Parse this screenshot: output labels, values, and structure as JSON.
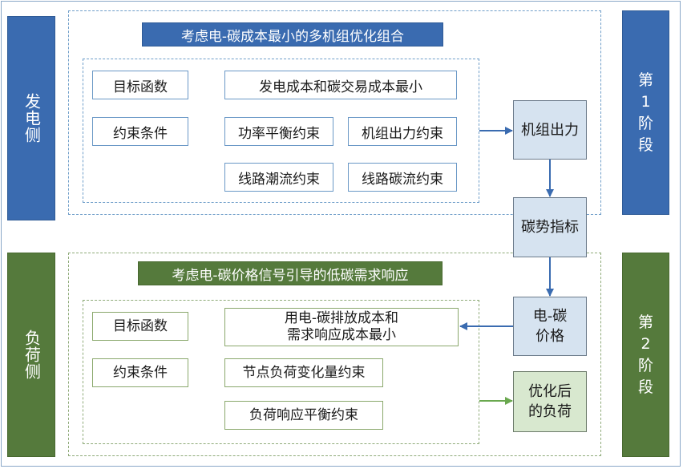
{
  "left_labels": {
    "generation": "发电侧",
    "load": "负荷侧"
  },
  "stages": {
    "stage1": "第\n1\n阶\n段",
    "stage2": "第\n2\n阶\n段"
  },
  "stage1": {
    "title": "考虑电-碳成本最小的多机组优化组合",
    "objective_label": "目标函数",
    "objective_value": "发电成本和碳交易成本最小",
    "constraint_label": "约束条件",
    "constraints": [
      "功率平衡约束",
      "机组出力约束",
      "线路潮流约束",
      "线路碳流约束"
    ]
  },
  "stage2": {
    "title": "考虑电-碳价格信号引导的低碳需求响应",
    "objective_label": "目标函数",
    "objective_value": "用电-碳排放成本和\n需求响应成本最小",
    "constraint_label": "约束条件",
    "constraints": [
      "节点负荷变化量约束",
      "负荷响应平衡约束"
    ]
  },
  "flow": {
    "unit_output": "机组出力",
    "carbon_index": "碳势指标",
    "price": "电-碳\n价格",
    "optimized_load": "优化后\n的负荷"
  },
  "colors": {
    "stage1_accent": "#3a6bb0",
    "stage2_accent": "#557a3c",
    "arrow_blue": "#3a6bb0",
    "arrow_green": "#6aa84f"
  }
}
